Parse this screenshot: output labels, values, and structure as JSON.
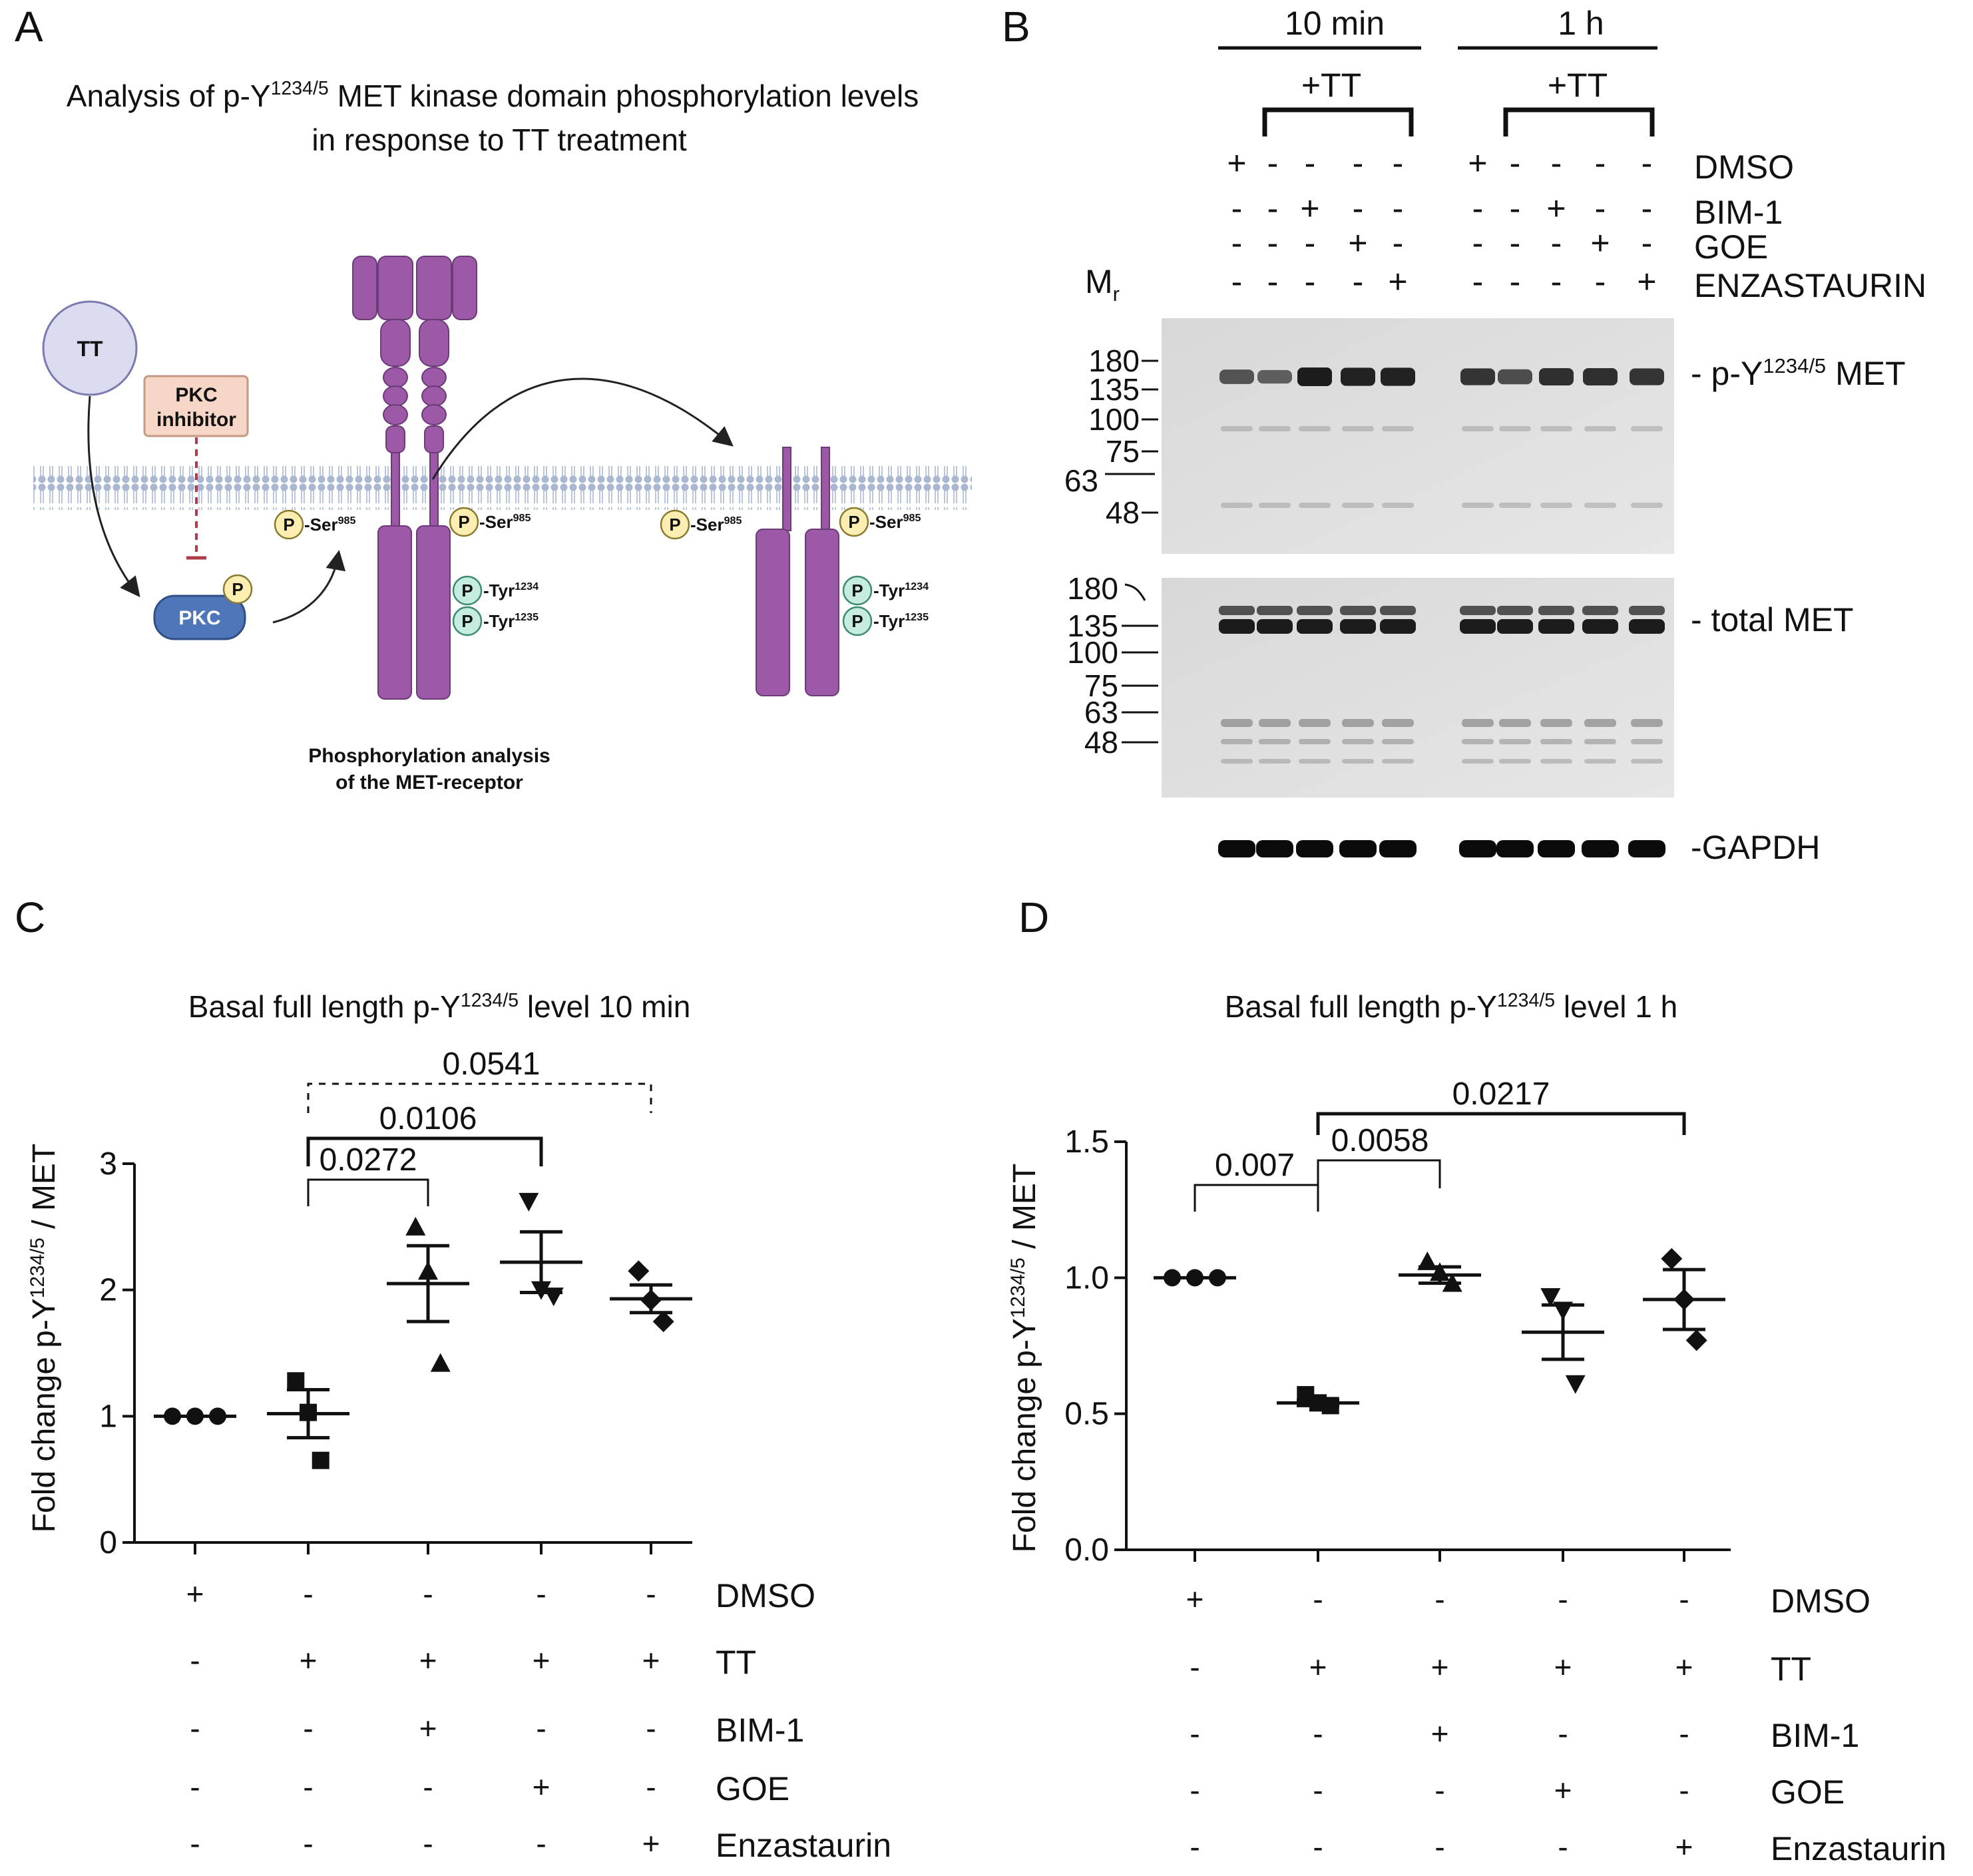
{
  "panelA": {
    "letter": "A",
    "title_line1_pre": "Analysis of p-Y",
    "title_line1_sup": "1234/5",
    "title_line1_post": " MET kinase domain phosphorylation levels",
    "title_line2": "in response to TT treatment",
    "tt_label": "TT",
    "inhibitor_line1": "PKC",
    "inhibitor_line2": "inhibitor",
    "pkc_label": "PKC",
    "p_label": "P",
    "ser_label": "-Ser",
    "ser_sup": "985",
    "tyr_label": "-Tyr",
    "tyr1_sup": "1234",
    "tyr2_sup": "1235",
    "caption_line1": "Phosphorylation analysis",
    "caption_line2": "of the MET-receptor",
    "colors": {
      "receptor": "#9b59a6",
      "membrane": "#a9b7d0",
      "pkc": "#4f76b8",
      "tt": "#dcdcf0",
      "inhibitor": "#f6d6c6",
      "p_yellow": "#fbeeb0",
      "p_teal": "#c6ecdf"
    }
  },
  "panelB": {
    "letter": "B",
    "time1": "10 min",
    "time2": "1 h",
    "tt_label": "+TT",
    "treatments": [
      {
        "name": "DMSO",
        "signs": [
          "+",
          "-",
          "-",
          "-",
          "-",
          "+",
          "-",
          "-",
          "-",
          "-"
        ]
      },
      {
        "name": "BIM-1",
        "signs": [
          "-",
          "-",
          "+",
          "-",
          "-",
          "-",
          "-",
          "+",
          "-",
          "-"
        ]
      },
      {
        "name": "GOE",
        "signs": [
          "-",
          "-",
          "-",
          "+",
          "-",
          "-",
          "-",
          "-",
          "+",
          "-"
        ]
      },
      {
        "name": "ENZASTAURIN",
        "signs": [
          "-",
          "-",
          "-",
          "-",
          "+",
          "-",
          "-",
          "-",
          "-",
          "+"
        ]
      }
    ],
    "mr_label": "M",
    "mr_sub": "r",
    "blot1_markers": [
      "180",
      "135",
      "100",
      "75",
      "63",
      "48"
    ],
    "blot2_markers": [
      "180",
      "135",
      "100",
      "75",
      "63",
      "48"
    ],
    "label_pmet_pre": "- p-Y",
    "label_pmet_sup": "1234/5",
    "label_pmet_post": " MET",
    "label_total": "- total MET",
    "label_gapdh": "-GAPDH"
  },
  "panelC": {
    "letter": "C",
    "title_pre": "Basal full length p-Y",
    "title_sup": "1234/5",
    "title_post": " level 10 min",
    "ylabel_pre": "Fold change p-Y",
    "ylabel_sup": "1234/5",
    "ylabel_post": " / MET",
    "yticks": [
      "0",
      "1",
      "2",
      "3"
    ],
    "pvals": [
      "0.0541",
      "0.0106",
      "0.0272"
    ],
    "conditions": [
      {
        "name": "DMSO",
        "signs": [
          "+",
          "-",
          "-",
          "-",
          "-"
        ]
      },
      {
        "name": "TT",
        "signs": [
          "-",
          "+",
          "+",
          "+",
          "+"
        ]
      },
      {
        "name": "BIM-1",
        "signs": [
          "-",
          "-",
          "+",
          "-",
          "-"
        ]
      },
      {
        "name": "GOE",
        "signs": [
          "-",
          "-",
          "-",
          "+",
          "-"
        ]
      },
      {
        "name": "Enzastaurin",
        "signs": [
          "-",
          "-",
          "-",
          "-",
          "+"
        ]
      }
    ]
  },
  "panelD": {
    "letter": "D",
    "title_pre": "Basal full length p-Y",
    "title_sup": "1234/5",
    "title_post": " level 1 h",
    "ylabel_pre": "Fold change p-Y",
    "ylabel_sup": "1234/5",
    "ylabel_post": " / MET",
    "yticks": [
      "0.0",
      "0.5",
      "1.0",
      "1.5"
    ],
    "pvals": [
      "0.0217",
      "0.007",
      "0.0058"
    ],
    "conditions": [
      {
        "name": "DMSO",
        "signs": [
          "+",
          "-",
          "-",
          "-",
          "-"
        ]
      },
      {
        "name": "TT",
        "signs": [
          "-",
          "+",
          "+",
          "+",
          "+"
        ]
      },
      {
        "name": "BIM-1",
        "signs": [
          "-",
          "-",
          "+",
          "-",
          "-"
        ]
      },
      {
        "name": "GOE",
        "signs": [
          "-",
          "-",
          "-",
          "+",
          "-"
        ]
      },
      {
        "name": "Enzastaurin",
        "signs": [
          "-",
          "-",
          "-",
          "-",
          "+"
        ]
      }
    ]
  },
  "chart_data": [
    {
      "type": "scatter",
      "title": "Basal full length p-Y1234/5 level 10 min",
      "ylabel": "Fold change p-Y1234/5 / MET",
      "ylim": [
        0,
        3
      ],
      "groups": [
        {
          "marker": "circle",
          "points": [
            1.0,
            1.0,
            1.0
          ],
          "mean": 1.0,
          "sem": 0.0
        },
        {
          "marker": "square",
          "points": [
            1.28,
            1.03,
            0.65
          ],
          "mean": 1.02,
          "sem": 0.19
        },
        {
          "marker": "triangle-up",
          "points": [
            2.5,
            2.15,
            1.42
          ],
          "mean": 2.05,
          "sem": 0.3
        },
        {
          "marker": "triangle-down",
          "points": [
            2.7,
            2.0,
            1.95
          ],
          "mean": 2.22,
          "sem": 0.24
        },
        {
          "marker": "diamond",
          "points": [
            2.15,
            1.92,
            1.75
          ],
          "mean": 1.93,
          "sem": 0.11
        }
      ],
      "comparisons": [
        {
          "from": 1,
          "to": 4,
          "p": "0.0541",
          "style": "dashed"
        },
        {
          "from": 1,
          "to": 3,
          "p": "0.0106",
          "style": "solid-bold"
        },
        {
          "from": 1,
          "to": 2,
          "p": "0.0272",
          "style": "solid"
        }
      ]
    },
    {
      "type": "scatter",
      "title": "Basal full length p-Y1234/5 level 1 h",
      "ylabel": "Fold change p-Y1234/5 / MET",
      "ylim": [
        0,
        1.5
      ],
      "groups": [
        {
          "marker": "circle",
          "points": [
            1.0,
            1.0,
            1.0
          ],
          "mean": 1.0,
          "sem": 0.0
        },
        {
          "marker": "square",
          "points": [
            0.57,
            0.54,
            0.53
          ],
          "mean": 0.54,
          "sem": 0.01
        },
        {
          "marker": "triangle-up",
          "points": [
            1.06,
            1.02,
            0.98
          ],
          "mean": 1.01,
          "sem": 0.03
        },
        {
          "marker": "triangle-down",
          "points": [
            0.93,
            0.88,
            0.61
          ],
          "mean": 0.8,
          "sem": 0.1
        },
        {
          "marker": "diamond",
          "points": [
            1.07,
            0.92,
            0.77
          ],
          "mean": 0.92,
          "sem": 0.11
        }
      ],
      "comparisons": [
        {
          "from": 1,
          "to": 4,
          "p": "0.0217",
          "style": "solid-bold"
        },
        {
          "from": 0,
          "to": 1,
          "p": "0.007",
          "style": "solid"
        },
        {
          "from": 1,
          "to": 2,
          "p": "0.0058",
          "style": "solid"
        }
      ]
    }
  ]
}
